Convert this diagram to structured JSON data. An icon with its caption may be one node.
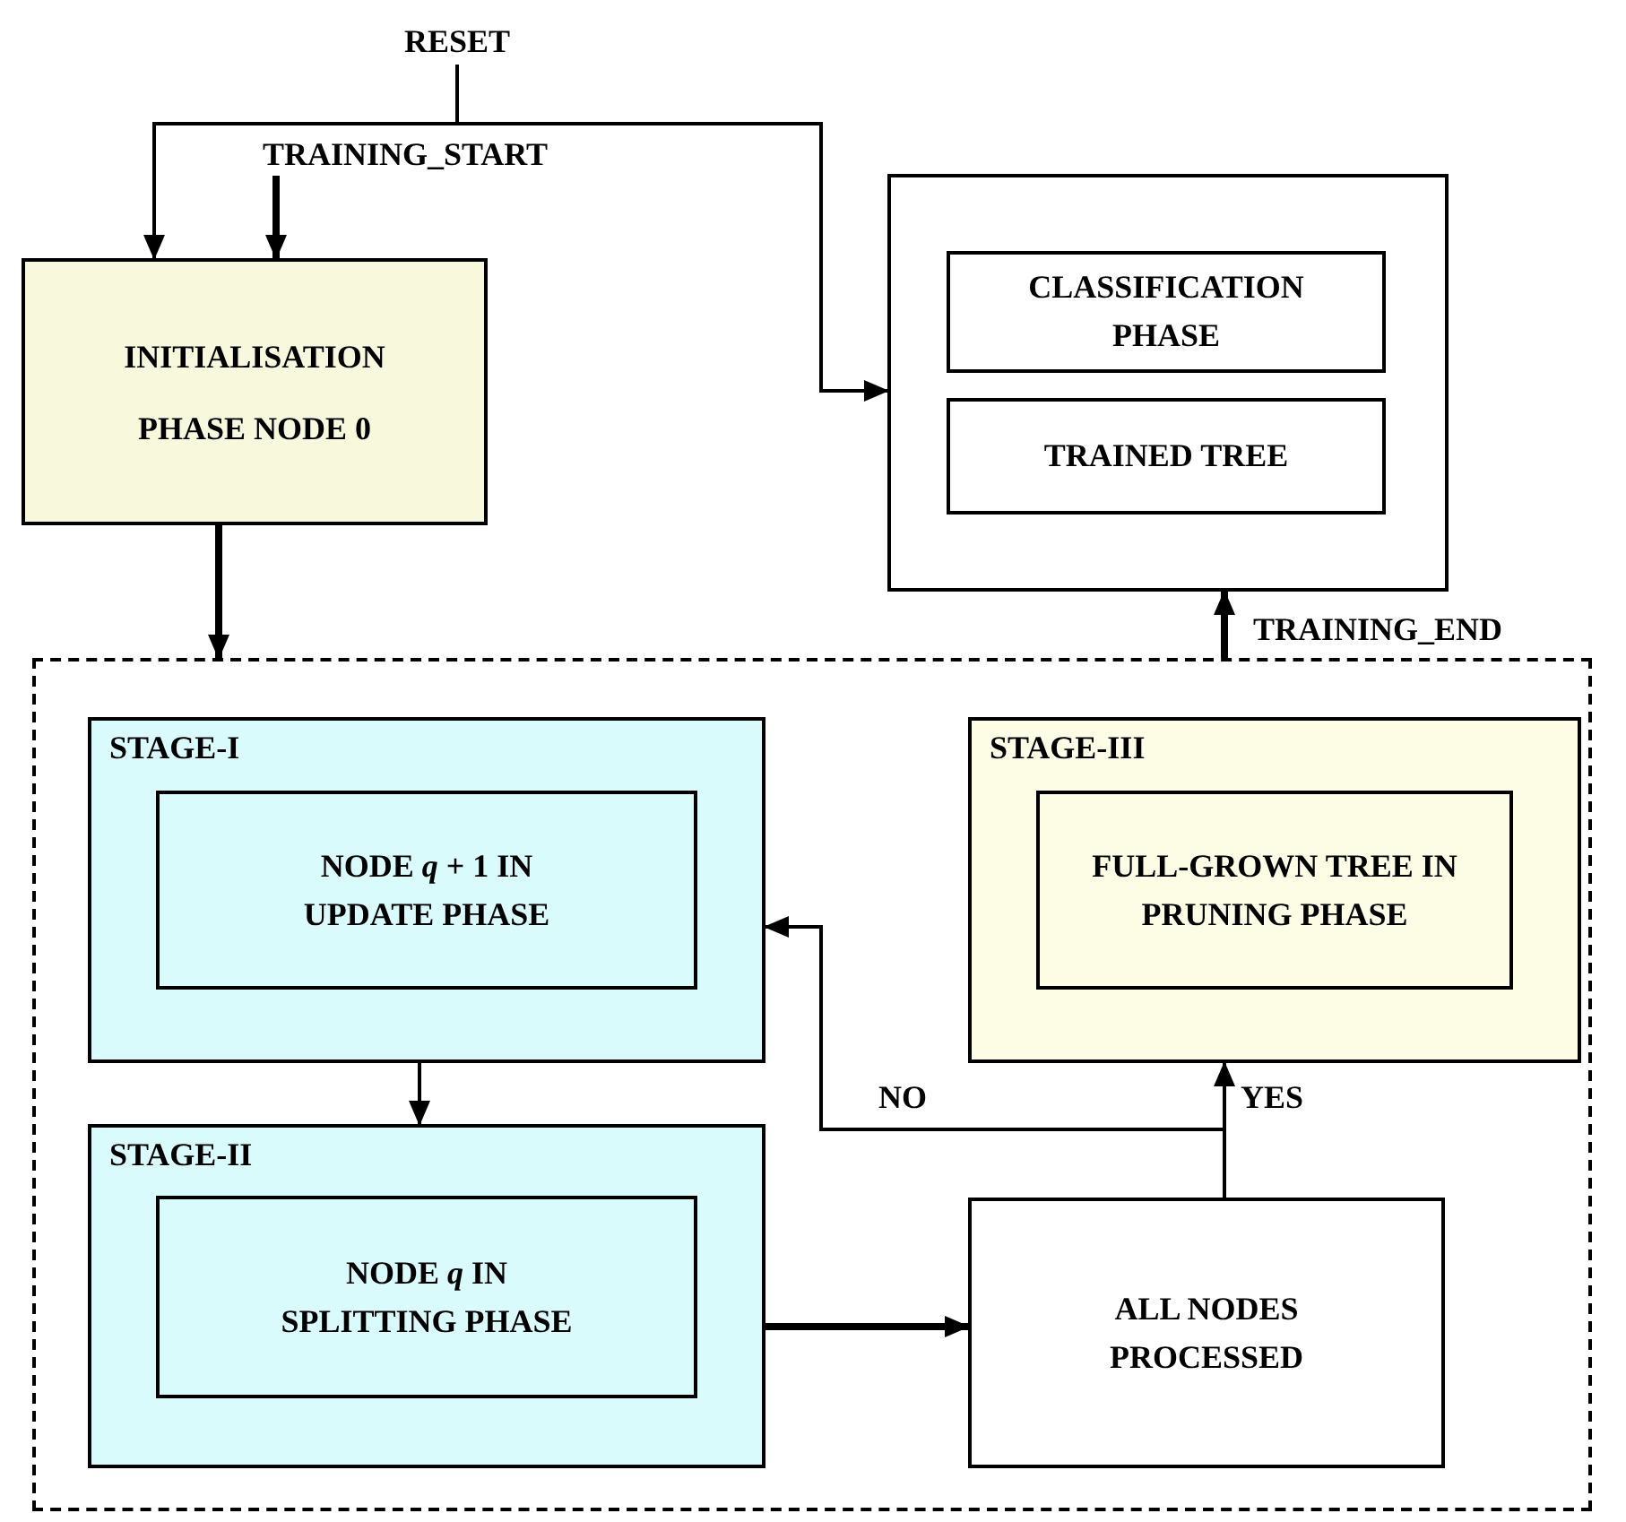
{
  "diagram": {
    "nodes": [
      {
        "text": [
          "RESET"
        ]
      },
      {
        "text": [
          "TRAINING_START"
        ]
      },
      {
        "text": [
          "INITIALISATION PHASE NODE 0"
        ]
      },
      {
        "text": [],
        "shape": "box"
      },
      {
        "text": [
          "CLASSIFICATION PHASE"
        ],
        "in": 3
      },
      {
        "text": [
          "TRAINED TREE"
        ],
        "in": 3
      },
      {
        "text": [],
        "shape": "box"
      },
      {
        "text": [
          "STAGE-I"
        ],
        "in": 6
      },
      {
        "text": [
          "NODE *q* + 1 IN UPDATE PHASE"
        ],
        "in": 7
      },
      {
        "text": [
          "STAGE-III"
        ],
        "in": 6
      },
      {
        "text": [
          "FULL-GROWN TREE IN PRUNING PHASE"
        ],
        "in": 9
      },
      {
        "text": [
          "STAGE-II"
        ],
        "in": 6
      },
      {
        "text": [
          "NODE *q* IN SPLITTING PHASE"
        ],
        "in": 11
      },
      {
        "text": [
          "ALL NODES PROCESSED"
        ],
        "in": 6
      }
    ],
    "edges": [
      {
        "from": 0,
        "to": 2,
        "arrow": "to"
      },
      {
        "from": 0,
        "to": 3,
        "arrow": "to"
      },
      {
        "from": 1,
        "to": 2,
        "arrow": "to",
        "style": "thick"
      },
      {
        "from": 2,
        "to": 6,
        "arrow": "to",
        "style": "thick"
      },
      {
        "from": 6,
        "to": 3,
        "arrow": "to",
        "style": "thick",
        "label": "TRAINING_END"
      },
      {
        "from": 7,
        "to": 11,
        "arrow": "to"
      },
      {
        "from": 11,
        "to": 13,
        "arrow": "to",
        "style": "thick"
      },
      {
        "from": 13,
        "to": 9,
        "arrow": "to",
        "label": "YES"
      },
      {
        "from": 13,
        "to": 7,
        "arrow": "to",
        "label": "NO"
      }
    ]
  }
}
